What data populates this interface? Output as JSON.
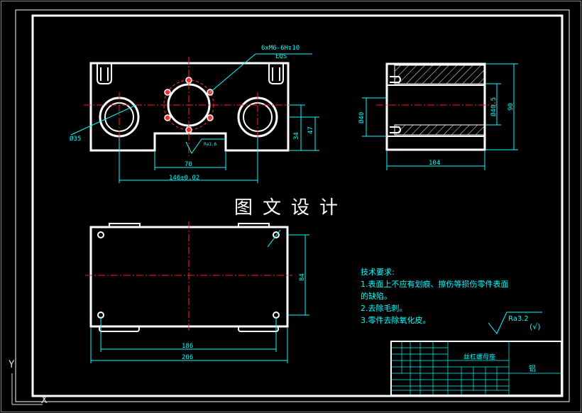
{
  "watermark": "图文设计",
  "ucs": {
    "y_label": "Y",
    "x_label": "X"
  },
  "front_view": {
    "thread_note_line1": "6xM6-6H↧10",
    "thread_note_line2": "EQS",
    "dim_bore": "Ø35",
    "dim_width_slot": "70",
    "dim_width_total": "146±0.02",
    "dim_height_34": "34",
    "dim_height_47": "47",
    "roughness": "Ra1.6"
  },
  "side_view": {
    "dim_bore": "Ø40",
    "dim_dia": "Ø40.5",
    "dim_height": "90",
    "dim_length": "104"
  },
  "top_view": {
    "dim_height": "84",
    "dim_width_inner": "186",
    "dim_width_total": "206"
  },
  "notes": {
    "title": "技术要求:",
    "line1": "1.表面上不应有划痕、擦伤等损伤零件表面",
    "line2": "的缺陷。",
    "line3": "2.去除毛刺。",
    "line4": "3.零件去除氧化皮。"
  },
  "surface_symbol": {
    "value": "Ra3.2",
    "suffix": "(√)"
  },
  "title_block": {
    "part_name": "丝杠螺母座",
    "material": "铝"
  },
  "colors": {
    "outline": "#ffffff",
    "dimension": "#00ffff",
    "centerline": "#ff0000",
    "hole_marker": "#ff0000",
    "background": "#000000"
  }
}
